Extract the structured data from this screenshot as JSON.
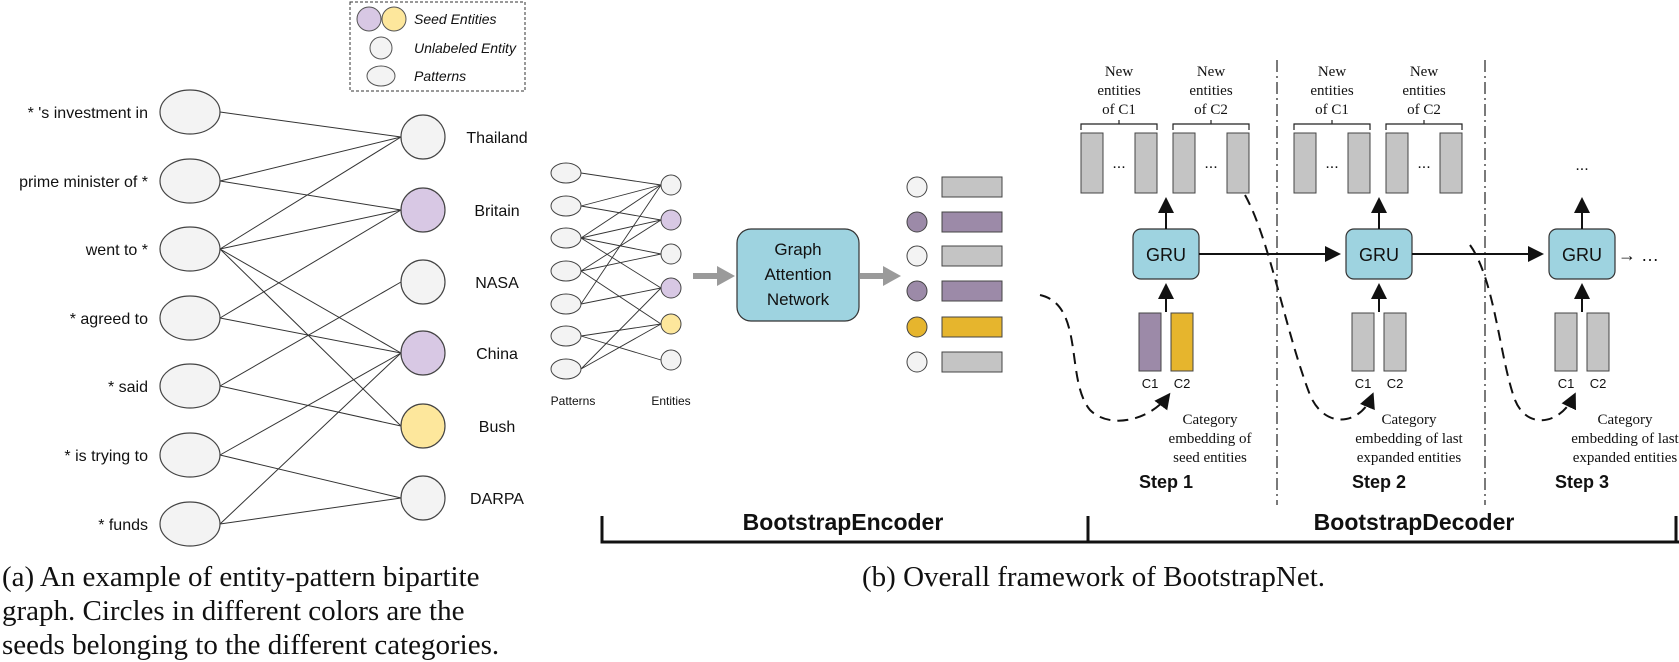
{
  "legend": {
    "seed": "Seed Entities",
    "unlabeled": "Unlabeled Entity",
    "patterns": "Patterns"
  },
  "patterns": [
    "* 's investment in",
    "prime minister of *",
    "went to *",
    "* agreed to",
    "* said",
    "* is trying to",
    "* funds"
  ],
  "entities": [
    "Thailand",
    "Britain",
    "NASA",
    "China",
    "Bush",
    "DARPA"
  ],
  "mini_graph": {
    "patterns_label": "Patterns",
    "entities_label": "Entities"
  },
  "gat": {
    "line1": "Graph",
    "line2": "Attention",
    "line3": "Network"
  },
  "decoder": {
    "new_entities": [
      "New",
      "entities",
      "of C1",
      "of C2"
    ],
    "ellipsis": "...",
    "gru": "GRU",
    "continuation": "→ …",
    "c1": "C1",
    "c2": "C2",
    "cat_step1": [
      "Category",
      "embedding of",
      "seed entities"
    ],
    "cat_later": [
      "Category",
      "embedding of last",
      "expanded entities"
    ],
    "steps": [
      "Step 1",
      "Step 2",
      "Step 3"
    ]
  },
  "sections": {
    "encoder": "BootstrapEncoder",
    "decoder": "BootstrapDecoder"
  },
  "captions": {
    "a1": "(a) An example of entity-pattern bipartite",
    "a2": "graph. Circles in different colors are the",
    "a3": "seeds belonging to the different categories.",
    "b": "(b) Overall framework of BootstrapNet."
  },
  "colors": {
    "purple": "#d8c8e4",
    "yellow": "#fde79c",
    "neutral": "#f3f3f3",
    "gat_fill": "#9ed3e0",
    "emb_gray": "#c4c4c4",
    "emb_purple": "#9c8aa8",
    "emb_yellow": "#e6b52d"
  }
}
